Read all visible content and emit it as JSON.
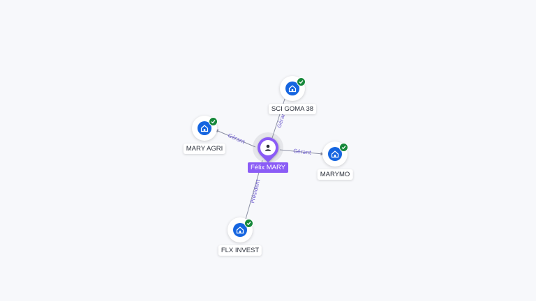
{
  "person": {
    "name": "Félix MARY",
    "icon": "person-icon",
    "color": "#8b5cf6"
  },
  "companies": [
    {
      "id": "sci-goma-38",
      "name": "SCI GOMA 38",
      "icon": "building-icon",
      "verified": true
    },
    {
      "id": "mary-agri",
      "name": "MARY AGRI",
      "icon": "building-icon",
      "verified": true
    },
    {
      "id": "marymo",
      "name": "MARYMO",
      "icon": "building-icon",
      "verified": true
    },
    {
      "id": "flx-invest",
      "name": "FLX INVEST",
      "icon": "building-icon",
      "verified": true
    }
  ],
  "relations": [
    {
      "target": "sci-goma-38",
      "label": "Gérant"
    },
    {
      "target": "mary-agri",
      "label": "Gérant"
    },
    {
      "target": "marymo",
      "label": "Gérant"
    },
    {
      "target": "flx-invest",
      "label": "Président"
    }
  ],
  "colors": {
    "company": "#1565e0",
    "verified": "#16883a",
    "relation_label": "#6d5bd0",
    "edge": "#8b8fa3"
  }
}
